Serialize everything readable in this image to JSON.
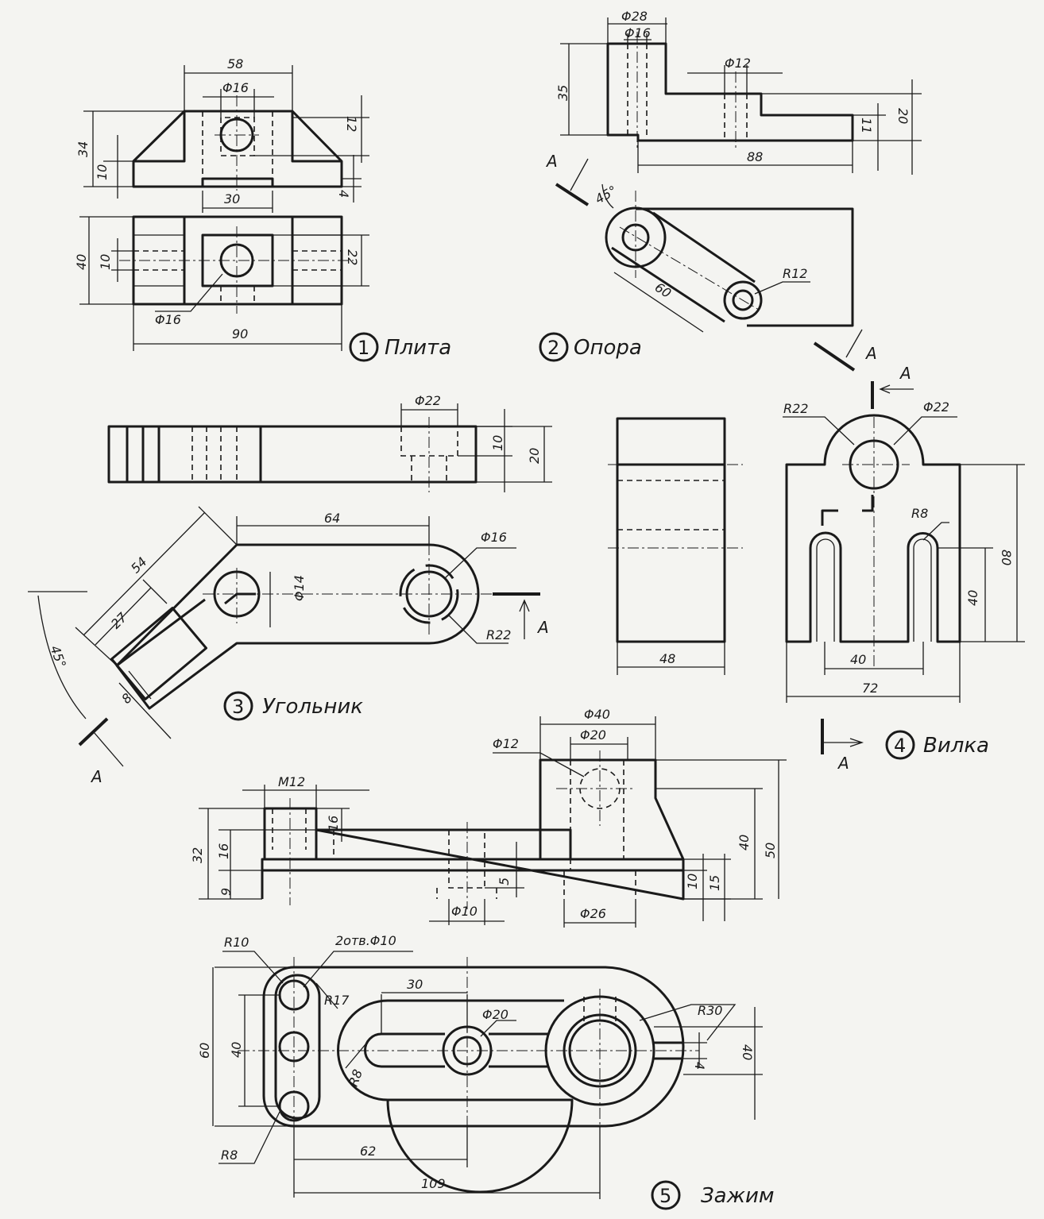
{
  "parts": [
    {
      "number": "1",
      "title": "Плита",
      "dims": {
        "d58": "58",
        "d_phi16_top": "Φ16",
        "d34": "34",
        "d10a": "10",
        "d12": "12",
        "d4": "4",
        "d30": "30",
        "d40": "40",
        "d10b": "10",
        "d22": "22",
        "d_phi16_bot": "Φ16",
        "d90": "90"
      }
    },
    {
      "number": "2",
      "title": "Опора",
      "dims": {
        "d_phi28": "Φ28",
        "d_phi16": "Φ16",
        "d_phi12": "Φ12",
        "d35": "35",
        "d20": "20",
        "d11": "11",
        "d88": "88",
        "d45": "45°",
        "dR12": "R12",
        "d60": "60"
      },
      "section_labels": [
        "А",
        "А"
      ]
    },
    {
      "number": "3",
      "title": "Угольник",
      "dims": {
        "d_phi22": "Φ22",
        "d10": "10",
        "d20": "20",
        "d64": "64",
        "d54": "54",
        "d27": "27",
        "d_phi16": "Φ16",
        "d_phi14": "Φ14",
        "dR22": "R22",
        "d45": "45°",
        "d8": "8"
      },
      "section_labels": [
        "А",
        "А"
      ]
    },
    {
      "number": "4",
      "title": "Вилка",
      "dims": {
        "dR22": "R22",
        "d_phi22": "Φ22",
        "dR8": "R8",
        "d80": "80",
        "d40v": "40",
        "d40h": "40",
        "d48": "48",
        "d72": "72"
      },
      "section_labels": [
        "А",
        "А"
      ]
    },
    {
      "number": "5",
      "title": "Зажим",
      "dims": {
        "d_phi40": "Φ40",
        "d_phi20_top": "Φ20",
        "d_phi12": "Φ12",
        "dM12": "M12",
        "d16a": "16",
        "d32": "32",
        "d16b": "16",
        "d9": "9",
        "d40": "40",
        "d50": "50",
        "d5": "5",
        "d10": "10",
        "d15": "15",
        "d_phi10": "Φ10",
        "d_phi26": "Φ26",
        "dR10": "R10",
        "d_holes": "2отв.Φ10",
        "dR17": "R17",
        "d30": "30",
        "d_phi20": "Φ20",
        "dR30": "R30",
        "d60": "60",
        "d40v": "40",
        "dR8a": "R8",
        "d40r": "40",
        "d4": "4",
        "dR8b": "R8",
        "d62": "62",
        "d109": "109"
      }
    }
  ]
}
